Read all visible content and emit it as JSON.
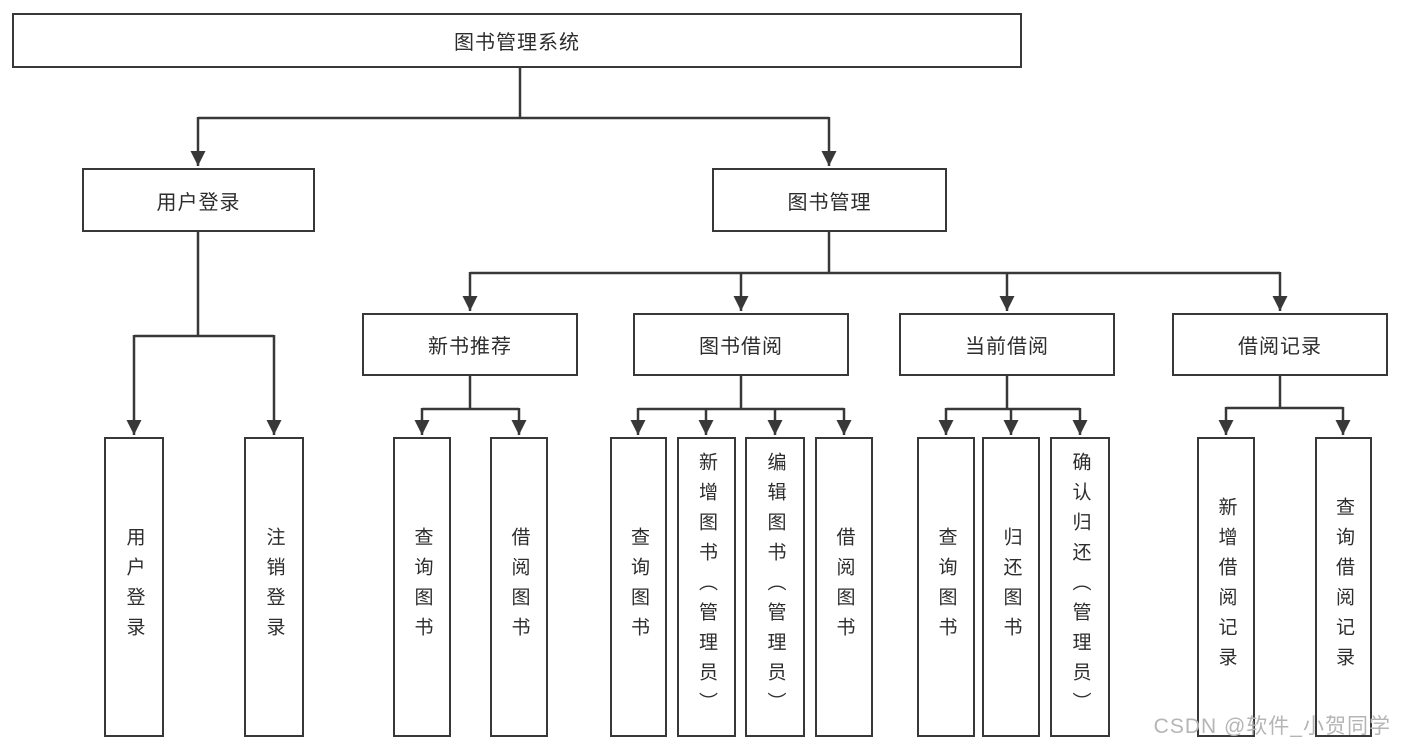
{
  "diagram": {
    "type": "hierarchy-tree",
    "colors": {
      "line": "#383838",
      "box_border": "#383838",
      "text": "#2d2d2d",
      "background": "#ffffff",
      "watermark_text_color": "#b5b5b5"
    },
    "tree": {
      "root": {
        "label": "图书管理系统"
      },
      "branches": [
        {
          "label": "用户登录",
          "children": [
            {
              "label": "用户登录"
            },
            {
              "label": "注销登录"
            }
          ]
        },
        {
          "label": "图书管理",
          "sections": [
            {
              "label": "新书推荐",
              "children": [
                {
                  "label": "查询图书"
                },
                {
                  "label": "借阅图书"
                }
              ]
            },
            {
              "label": "图书借阅",
              "children": [
                {
                  "label": "查询图书"
                },
                {
                  "label": "新增图书（管理员）"
                },
                {
                  "label": "编辑图书（管理员）"
                },
                {
                  "label": "借阅图书"
                }
              ]
            },
            {
              "label": "当前借阅",
              "children": [
                {
                  "label": "查询图书"
                },
                {
                  "label": "归还图书"
                },
                {
                  "label": "确认归还（管理员）"
                }
              ]
            },
            {
              "label": "借阅记录",
              "children": [
                {
                  "label": "新增借阅记录"
                },
                {
                  "label": "查询借阅记录"
                }
              ]
            }
          ]
        }
      ]
    },
    "watermark": "CSDN @软件_小贺同学"
  }
}
